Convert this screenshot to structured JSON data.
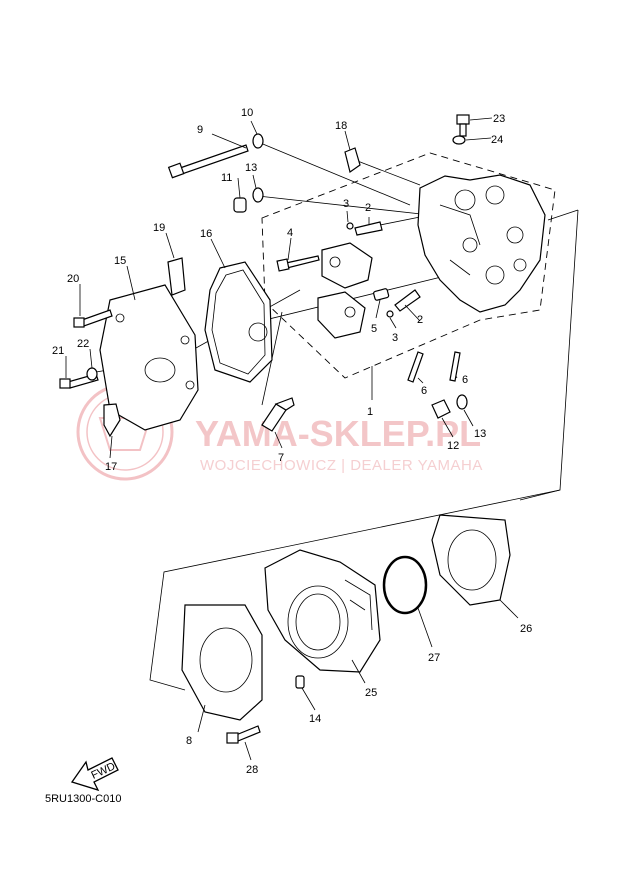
{
  "diagram_code": "5RU1300-C010",
  "fwd_label": "FWD",
  "watermark": {
    "main": "YAMA-SKLEP.PL",
    "sub": "WOJCIECHOWICZ | DEALER YAMAHA"
  },
  "callouts": {
    "c1": "1",
    "c2a": "2",
    "c2b": "2",
    "c3a": "3",
    "c3b": "3",
    "c4": "4",
    "c5": "5",
    "c6a": "6",
    "c6b": "6",
    "c7": "7",
    "c8": "8",
    "c9": "9",
    "c10": "10",
    "c11": "11",
    "c12": "12",
    "c13a": "13",
    "c13b": "13",
    "c14": "14",
    "c15": "15",
    "c16": "16",
    "c17": "17",
    "c18": "18",
    "c19": "19",
    "c20": "20",
    "c21": "21",
    "c22": "22",
    "c23": "23",
    "c24": "24",
    "c25": "25",
    "c26": "26",
    "c27": "27",
    "c28": "28"
  }
}
